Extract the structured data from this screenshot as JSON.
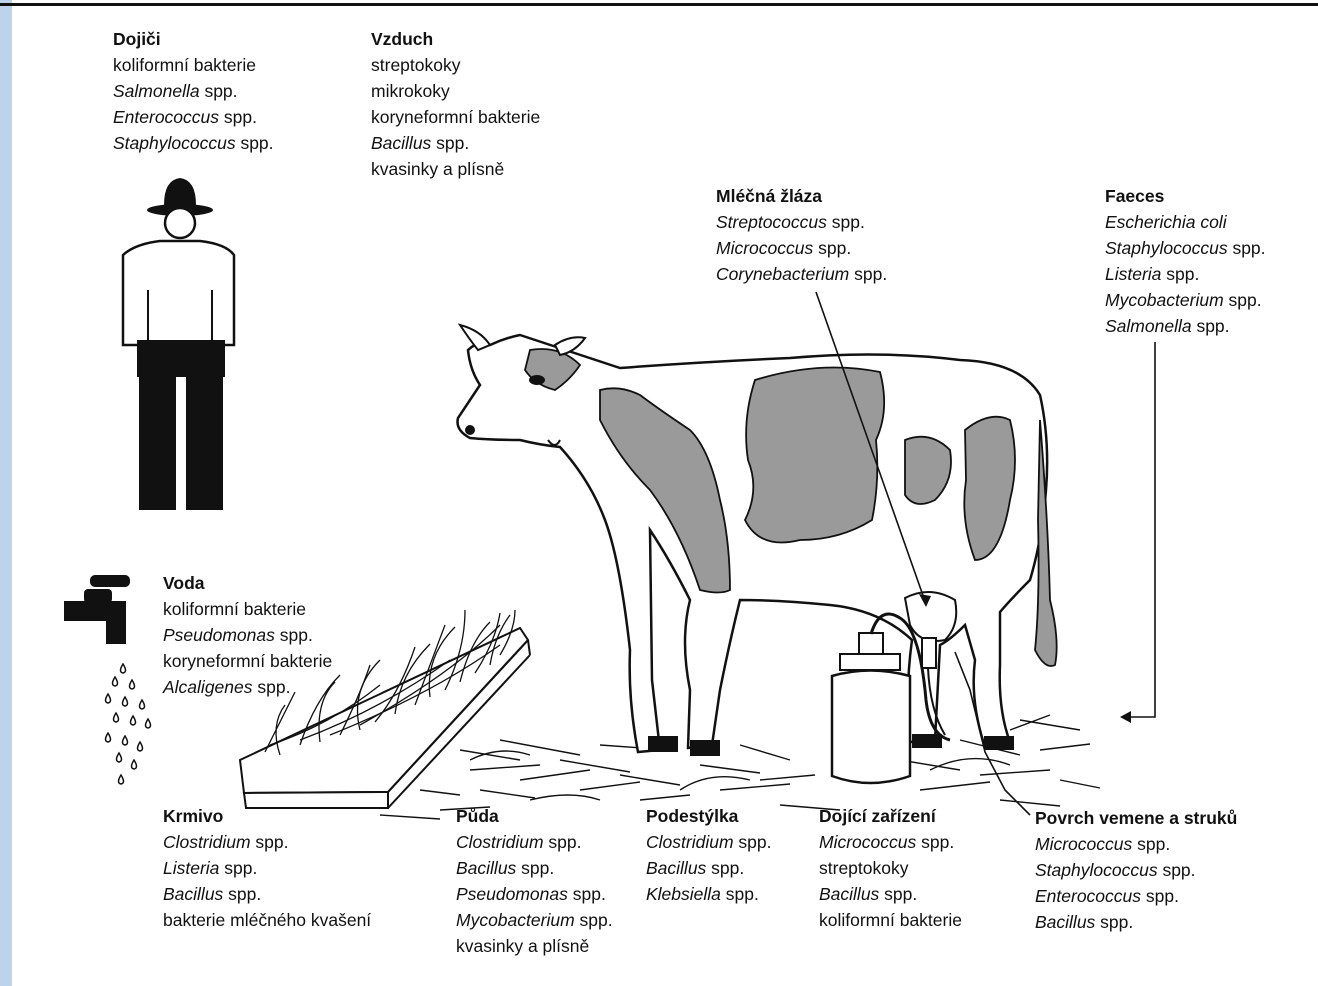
{
  "groups": {
    "dojici": {
      "title": "Dojiči",
      "lines": [
        {
          "em": "",
          "rest": "koliformní bakterie"
        },
        {
          "em": "Salmonella",
          "rest": " spp."
        },
        {
          "em": "Enterococcus",
          "rest": " spp."
        },
        {
          "em": "Staphylococcus",
          "rest": " spp."
        }
      ]
    },
    "vzduch": {
      "title": "Vzduch",
      "lines": [
        {
          "em": "",
          "rest": "streptokoky"
        },
        {
          "em": "",
          "rest": "mikrokoky"
        },
        {
          "em": "",
          "rest": "koryneformní bakterie"
        },
        {
          "em": "Bacillus",
          "rest": " spp."
        },
        {
          "em": "",
          "rest": "kvasinky a plísně"
        }
      ]
    },
    "mlecna": {
      "title": "Mléčná žláza",
      "lines": [
        {
          "em": "Streptococcus",
          "rest": " spp."
        },
        {
          "em": "Micrococcus",
          "rest": " spp."
        },
        {
          "em": "Corynebacterium",
          "rest": " spp."
        }
      ]
    },
    "faeces": {
      "title": "Faeces",
      "lines": [
        {
          "em": "Escherichia coli",
          "rest": ""
        },
        {
          "em": "Staphylococcus",
          "rest": " spp."
        },
        {
          "em": "Listeria",
          "rest": " spp."
        },
        {
          "em": "Mycobacterium",
          "rest": " spp."
        },
        {
          "em": "Salmonella",
          "rest": " spp."
        }
      ]
    },
    "voda": {
      "title": "Voda",
      "lines": [
        {
          "em": "",
          "rest": "koliformní bakterie"
        },
        {
          "em": "Pseudomonas",
          "rest": " spp."
        },
        {
          "em": "",
          "rest": "koryneformní bakterie"
        },
        {
          "em": "Alcaligenes",
          "rest": " spp."
        }
      ]
    },
    "krmivo": {
      "title": "Krmivo",
      "lines": [
        {
          "em": "Clostridium",
          "rest": " spp."
        },
        {
          "em": "Listeria",
          "rest": " spp."
        },
        {
          "em": "Bacillus",
          "rest": " spp."
        },
        {
          "em": "",
          "rest": "bakterie mléčného kvašení"
        }
      ]
    },
    "puda": {
      "title": "Půda",
      "lines": [
        {
          "em": "Clostridium",
          "rest": " spp."
        },
        {
          "em": "Bacillus",
          "rest": " spp."
        },
        {
          "em": "Pseudomonas",
          "rest": " spp."
        },
        {
          "em": "Mycobacterium",
          "rest": " spp."
        },
        {
          "em": "",
          "rest": "kvasinky a plísně"
        }
      ]
    },
    "podestylka": {
      "title": "Podestýlka",
      "lines": [
        {
          "em": "Clostridium",
          "rest": " spp."
        },
        {
          "em": "Bacillus",
          "rest": " spp."
        },
        {
          "em": "Klebsiella",
          "rest": " spp."
        }
      ]
    },
    "dojici_zarizeni": {
      "title": "Dojící zařízení",
      "lines": [
        {
          "em": "Micrococcus",
          "rest": " spp."
        },
        {
          "em": "",
          "rest": "streptokoky"
        },
        {
          "em": "Bacillus",
          "rest": " spp."
        },
        {
          "em": "",
          "rest": "koliformní bakterie"
        }
      ]
    },
    "povrch": {
      "title": "Povrch vemene a struků",
      "lines": [
        {
          "em": "Micrococcus",
          "rest": " spp."
        },
        {
          "em": "Staphylococcus",
          "rest": " spp."
        },
        {
          "em": "Enterococcus",
          "rest": " spp."
        },
        {
          "em": "Bacillus",
          "rest": " spp."
        }
      ]
    }
  },
  "colors": {
    "patch": "#9a9a9a",
    "ink": "#111111",
    "edge": "#bcd3ea"
  },
  "icons": [
    "milker-figure-icon",
    "water-tap-icon",
    "feed-trough-icon",
    "cow-illustration",
    "milk-can-icon",
    "straw-bedding-icon"
  ]
}
